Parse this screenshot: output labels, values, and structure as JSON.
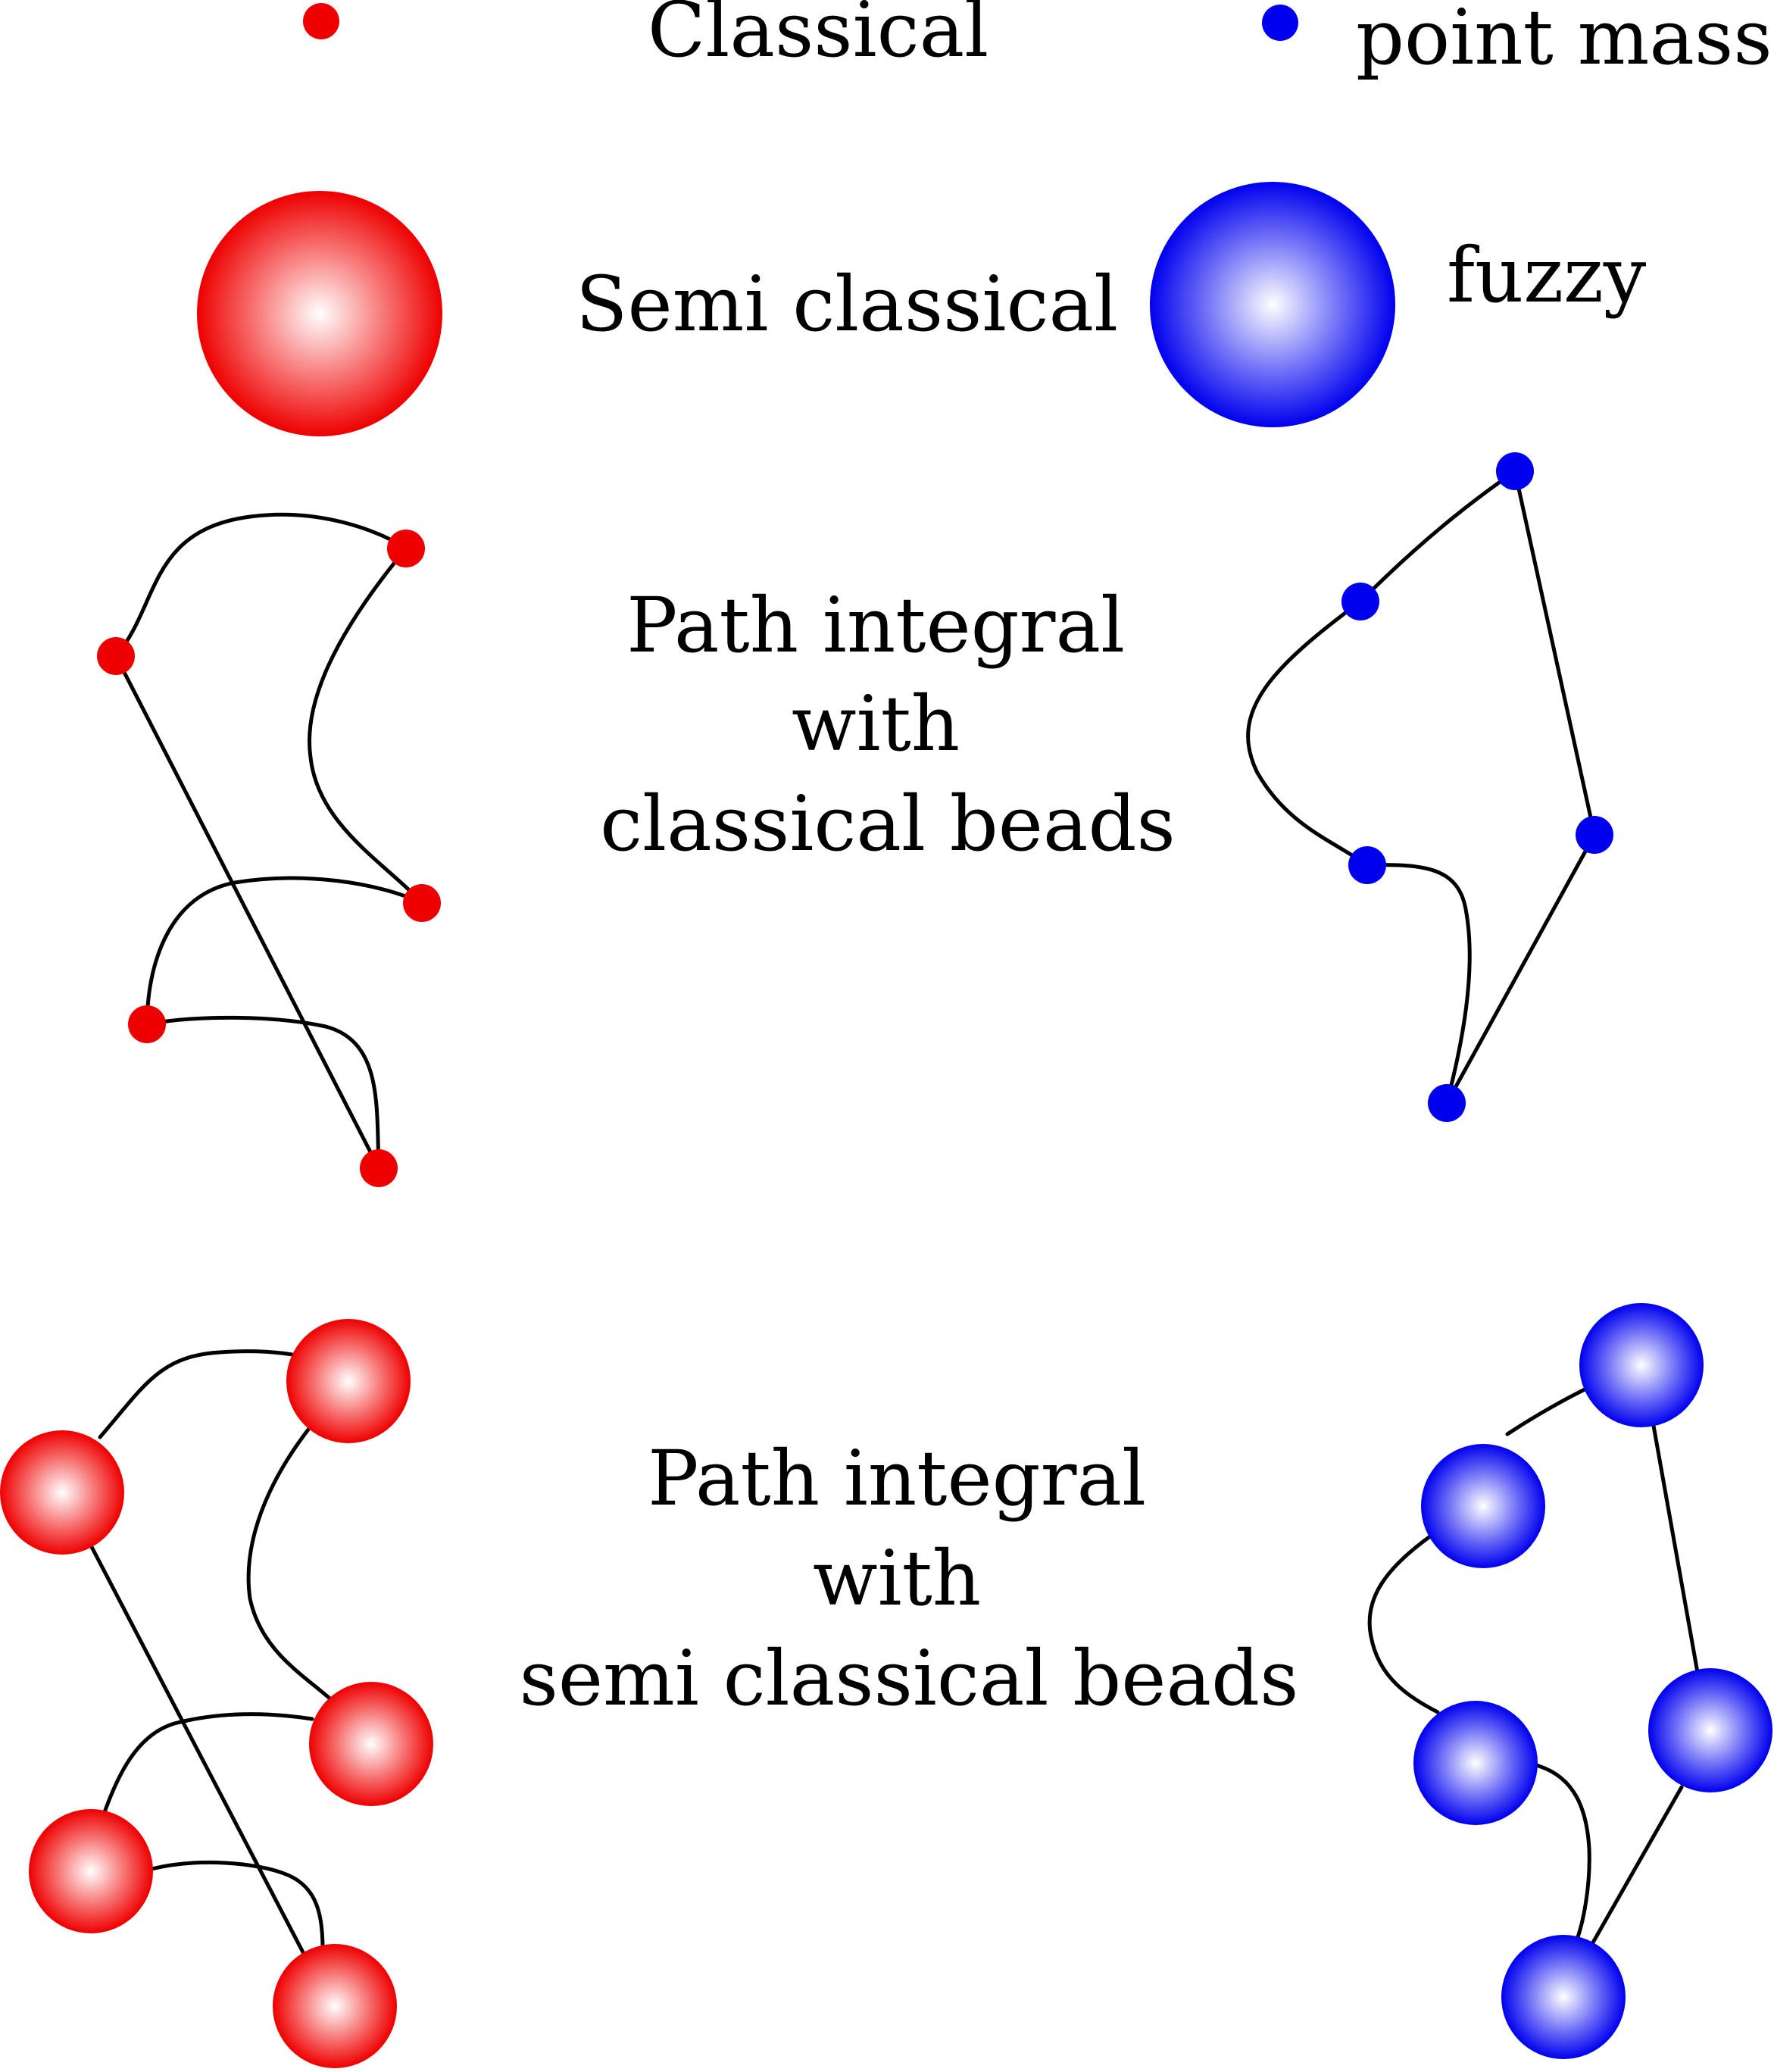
{
  "labels": {
    "classical": "Classical",
    "point_masses": "point masses",
    "semi_classical": "Semi classical",
    "fuzzy": "fuzzy",
    "pi_classical_line1": "Path integral",
    "pi_classical_line2": "with",
    "pi_classical_line3": "classical beads",
    "pi_semi_line1": "Path integral",
    "pi_semi_line2": "with",
    "pi_semi_line3": "semi classical beads"
  },
  "colors": {
    "red": "#ee0000",
    "blue": "#0000ee",
    "line": "#000000"
  }
}
